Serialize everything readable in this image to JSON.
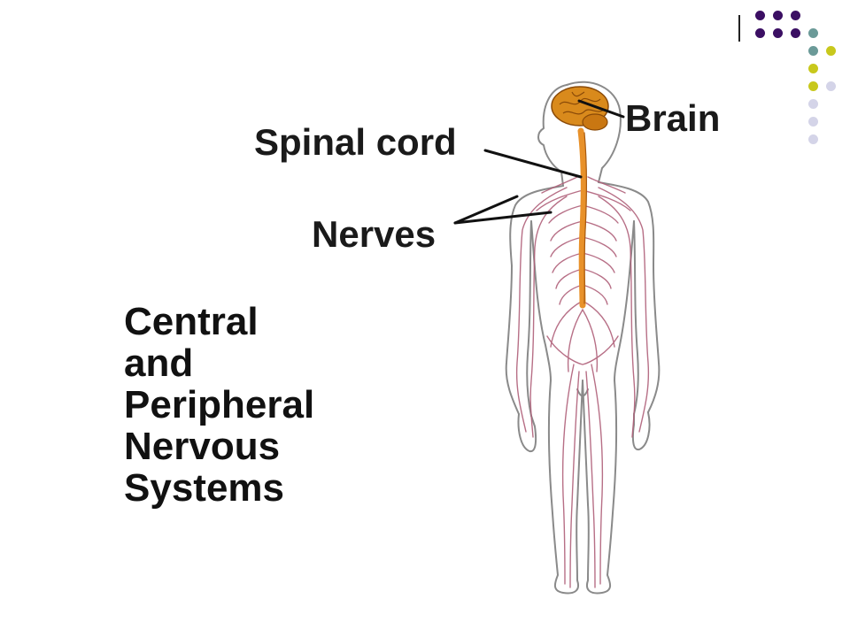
{
  "labels": {
    "brain": "Brain",
    "spinal_cord": "Spinal cord",
    "nerves": "Nerves"
  },
  "caption": {
    "lines": [
      "Central",
      "and",
      "Peripheral",
      "Nervous",
      "Systems"
    ]
  },
  "colors": {
    "dot_purple": "#3b0f63",
    "dot_teal": "#6b9a98",
    "dot_yellow": "#c8c81c",
    "dot_lavender": "#d4d4e8",
    "brain": "#d98a1c",
    "spinal_cord": "#e8912a",
    "nerves": "#b0607a",
    "body_outline": "#8a8a8a"
  },
  "icons": {
    "decoration": "dot-grid-decoration",
    "figure": "human-body-nervous-system-illustration"
  }
}
